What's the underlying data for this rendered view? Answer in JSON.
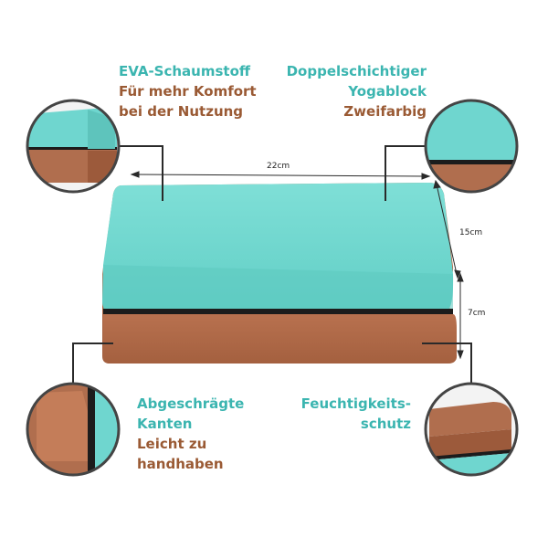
{
  "features": {
    "top_left": {
      "line1": "EVA-Schaumstoff",
      "line2": "Für mehr Komfort",
      "line3": "bei der Nutzung"
    },
    "top_right": {
      "line1": "Doppelschichtiger",
      "line2": "Yogablock",
      "line3": "Zweifarbig"
    },
    "bottom_left": {
      "line1": "Abgeschrägte",
      "line2": "Kanten",
      "line3": "Leicht zu",
      "line4": "handhaben"
    },
    "bottom_right": {
      "line1": "Feuchtigkeits-",
      "line2": "schutz"
    }
  },
  "dimensions": {
    "length": "22cm",
    "width": "15cm",
    "height": "7cm"
  },
  "colors": {
    "teal": "#6fd6cf",
    "teal_text": "#3bb5b0",
    "brown": "#b06e4e",
    "brown_text": "#9a5a34"
  }
}
